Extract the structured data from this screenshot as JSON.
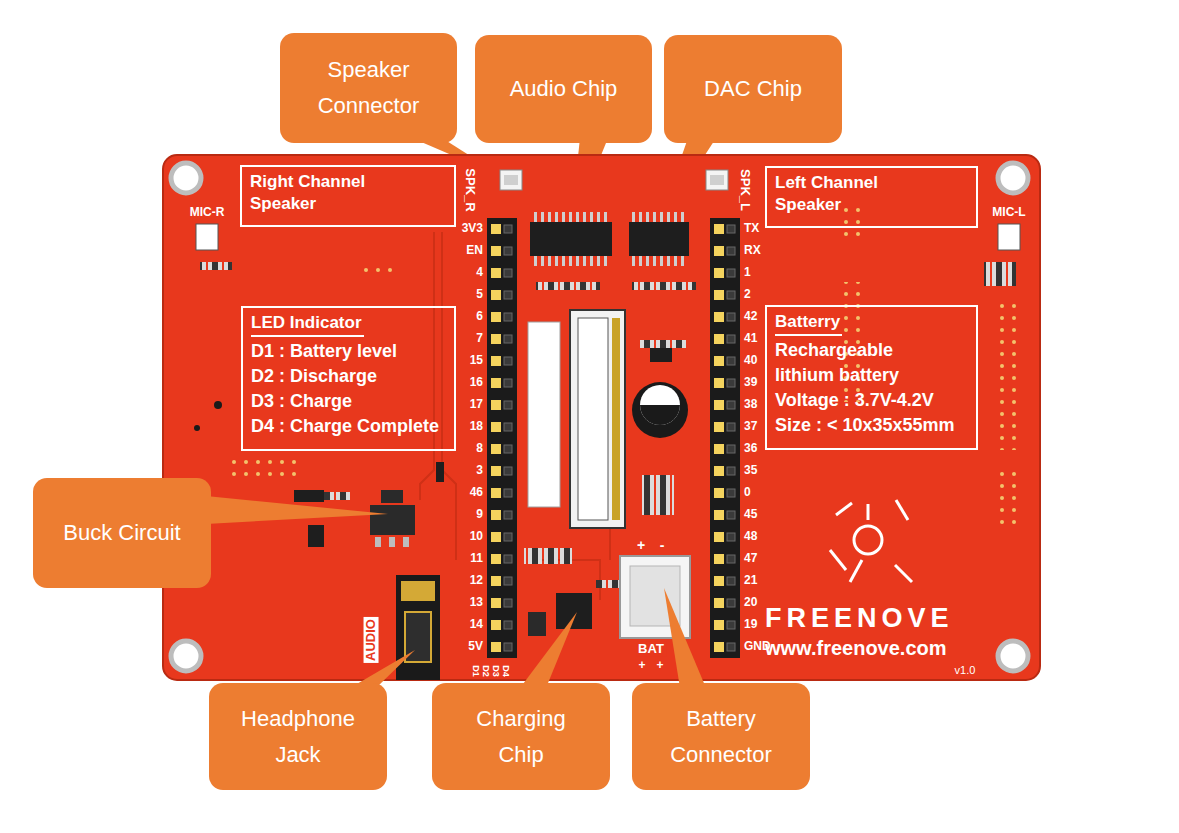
{
  "diagram": {
    "nodes": [
      {
        "text": [
          "Speaker Connector"
        ]
      },
      {
        "text": [
          "Audio Chip"
        ]
      },
      {
        "text": [
          "DAC Chip"
        ]
      },
      {
        "text": [
          "Right Channel Speaker"
        ]
      },
      {
        "text": [
          "LED Indicator",
          "D1 : Battery level",
          "D2 : Discharge",
          "D3 : Charge",
          "D4 : Charge Complete"
        ]
      },
      {
        "text": [
          "Left Channel Speaker"
        ]
      },
      {
        "text": [
          "Batterry",
          "Rechargeable lithium battery",
          "Voltage : 3.7V-4.2V",
          "Size : < 10x35x55mm"
        ]
      },
      {
        "text": [
          "Buck Circuit"
        ]
      },
      {
        "text": [
          "Headphone Jack"
        ]
      },
      {
        "text": [
          "Charging Chip"
        ]
      },
      {
        "text": [
          "Battery Connector"
        ]
      }
    ],
    "labels": [
      "SPK_R",
      "SPK_L",
      "MIC-R",
      "MIC-L",
      "3V3",
      "EN",
      "4",
      "5",
      "6",
      "7",
      "15",
      "16",
      "17",
      "18",
      "8",
      "3",
      "46",
      "9",
      "10",
      "11",
      "12",
      "13",
      "14",
      "5V",
      "TX",
      "RX",
      "1",
      "2",
      "42",
      "41",
      "40",
      "39",
      "38",
      "37",
      "36",
      "35",
      "0",
      "45",
      "48",
      "47",
      "21",
      "20",
      "19",
      "GND",
      "+",
      "-",
      "AUDIO",
      "BAT",
      "+",
      "+",
      "D1",
      "D2",
      "D3",
      "D4",
      "FREENOVE",
      "www.freenove.com",
      "v1.0"
    ]
  }
}
